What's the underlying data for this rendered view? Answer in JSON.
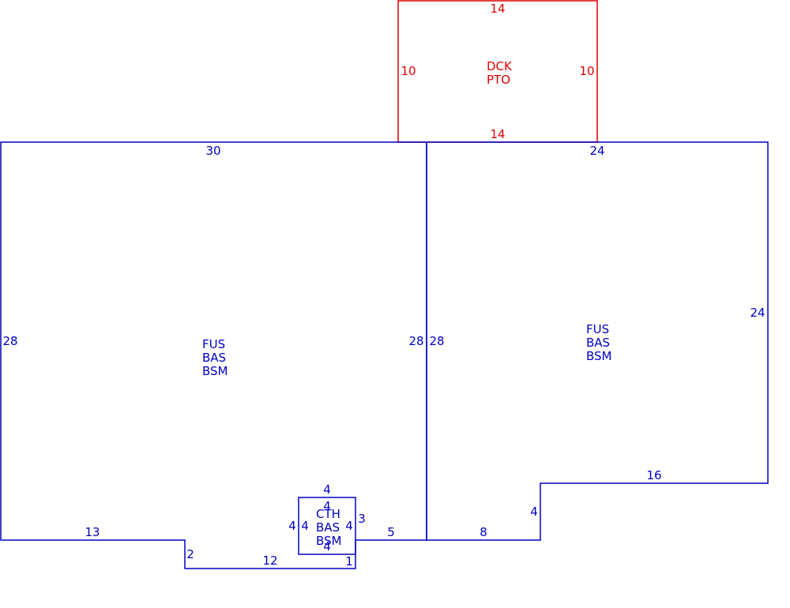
{
  "colors": {
    "main": "#0000c0",
    "deck": "#dd0000",
    "background": "#ffffff"
  },
  "areas": {
    "deck": {
      "lines": [
        "DCK",
        "PTO"
      ]
    },
    "left": {
      "lines": [
        "FUS",
        "BAS",
        "BSM"
      ]
    },
    "right": {
      "lines": [
        "FUS",
        "BAS",
        "BSM"
      ]
    },
    "small": {
      "lines": [
        "CTH",
        "BAS",
        "BSM"
      ]
    }
  },
  "dimensions": {
    "deck_top": "14",
    "deck_left": "10",
    "deck_right": "10",
    "deck_bottom": "14",
    "left_top": "30",
    "left_side": "28",
    "left_inner": "28",
    "right_inner": "28",
    "right_top": "24",
    "right_side": "24",
    "right_step_top": "16",
    "right_step_side": "4",
    "right_bottom": "8",
    "left_bottom": "13",
    "notch_side": "2",
    "notch_bottom": "12",
    "notch_right": "1",
    "small_gap_bottom": "5",
    "small_gap_side": "3",
    "small_top": "4",
    "small_top_inner": "4",
    "small_left_outer": "4",
    "small_left_inner": "4",
    "small_right_inner": "4",
    "small_bottom_inner": "4"
  }
}
